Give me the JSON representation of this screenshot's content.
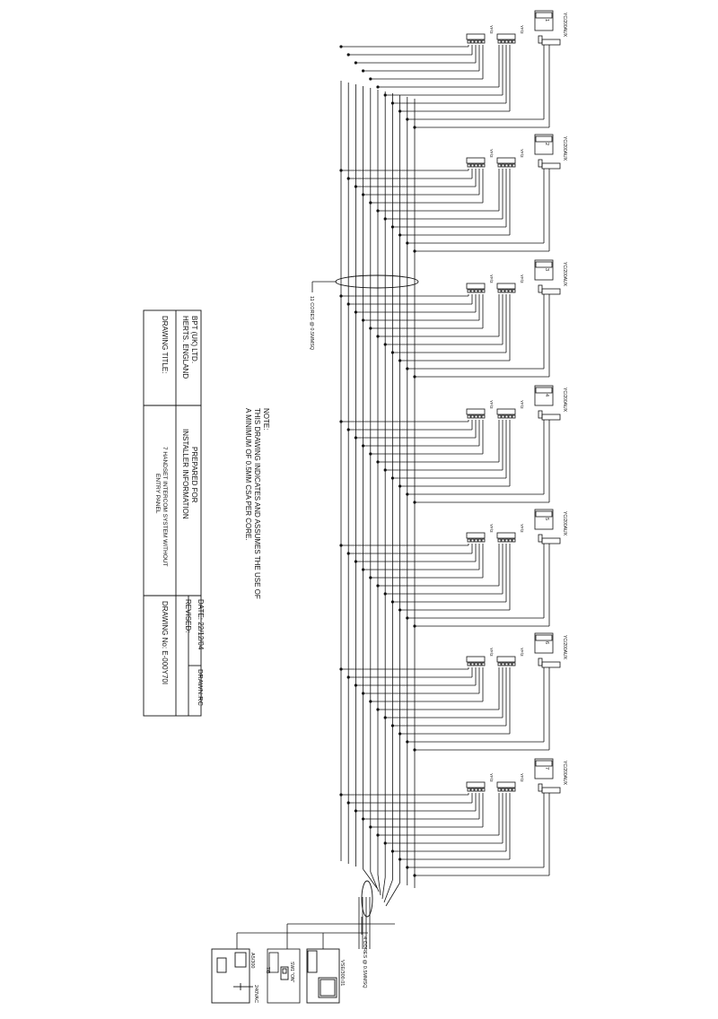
{
  "station_ids": [
    "1",
    "2",
    "3",
    "4",
    "5",
    "6",
    "7"
  ],
  "labels": {
    "handset_model": "YC/200AUX",
    "distributor_model": "YF/3",
    "cable_main": "11 CORES @ 0.5MMSQ",
    "cable_panel": "4 CORES @ 0.5MMSQ",
    "panel_model": "VSE/300.01",
    "panel_switch": "SW1 \"ON\"",
    "psu_model": "A5/300",
    "mains": "240VAC",
    "jumper": "7/B"
  },
  "note": {
    "heading": "NOTE:",
    "line1": "THIS DRAWING INDICATES AND ASSUMES THE USE OF",
    "line2": "A MINIMUM OF 0.5MM CSA PER CORE."
  },
  "title_block": {
    "company_line1": "BPT (UK) LTD.",
    "company_line2": "HERTS. ENGLAND",
    "prepared_line1": "PREPARED FOR",
    "prepared_line2": "INSTALLER INFORMATION",
    "date": "DATE: 22/12/04",
    "drawn": "DRAWN:RC",
    "revised": "REVISED:",
    "drawing_title_label": "DRAWING TITLE:",
    "drawing_title_line1": "7 HANDSET INTERCOM SYSTEM WITHOUT",
    "drawing_title_line2": "ENTRY PANEL",
    "drawing_no": "DRAWING No: E-000Y70I"
  }
}
